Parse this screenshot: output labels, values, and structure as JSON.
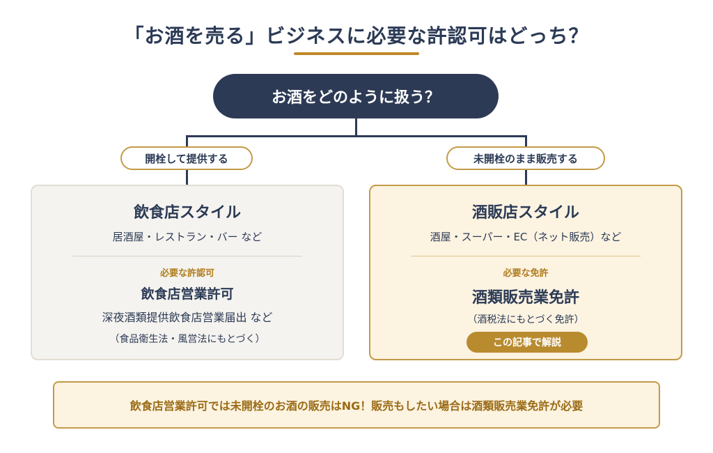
{
  "header": {
    "title": "「お酒を売る」ビジネスに必要な許認可はどっち？"
  },
  "root": {
    "question": "お酒をどのように扱う？"
  },
  "branches": {
    "left": "開栓して提供する",
    "right": "未開栓のまま販売する"
  },
  "left_card": {
    "title": "飲食店スタイル",
    "examples": "居酒屋・レストラン・バー など",
    "section_label": "必要な許認可",
    "permit": "飲食店営業許可",
    "extra": "深夜酒類提供飲食店営業届出 など",
    "note": "（食品衛生法・風営法にもとづく）"
  },
  "right_card": {
    "title": "酒販店スタイル",
    "examples": "酒屋・スーパー・EC（ネット販売）など",
    "section_label": "必要な免許",
    "permit": "酒類販売業免許",
    "note": "（酒税法にもとづく免許）",
    "cta": "この記事で解説"
  },
  "footer": {
    "notice": "飲食店営業許可では未開栓のお酒の販売はNG！販売もしたい場合は酒類販売業免許が必要"
  },
  "colors": {
    "navy": "#2d3a55",
    "gold": "#c39a47",
    "gold_text": "#b07d1e",
    "cream": "#fcf3e1",
    "light_gray": "#f5f3ef"
  }
}
